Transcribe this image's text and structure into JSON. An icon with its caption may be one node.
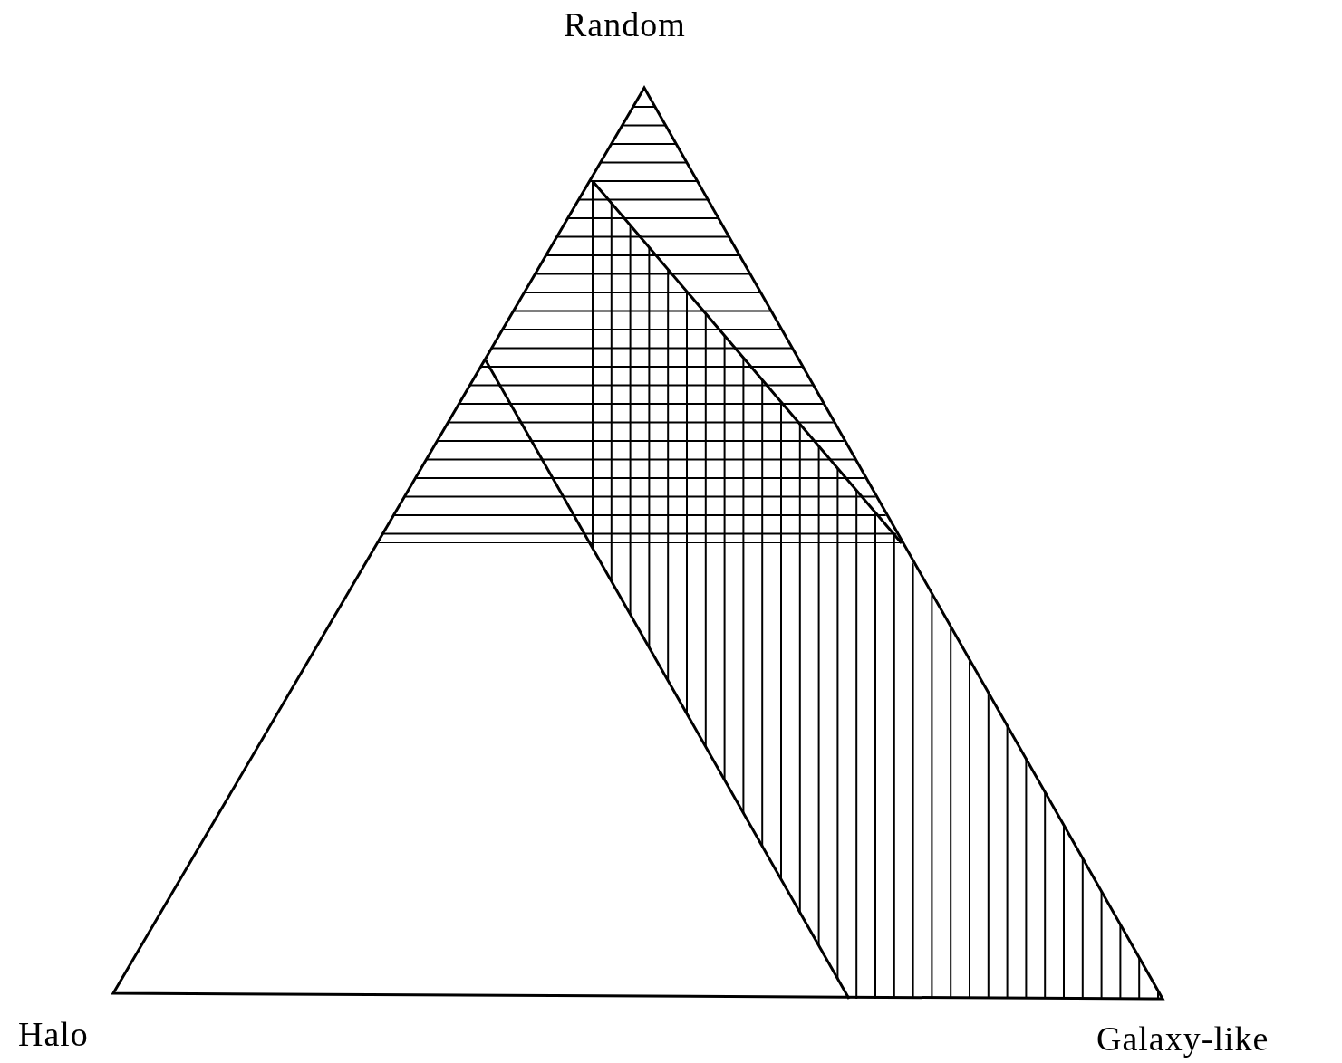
{
  "diagram": {
    "labels": [
      "Random",
      "Halo",
      "Galaxy-like"
    ]
  }
}
